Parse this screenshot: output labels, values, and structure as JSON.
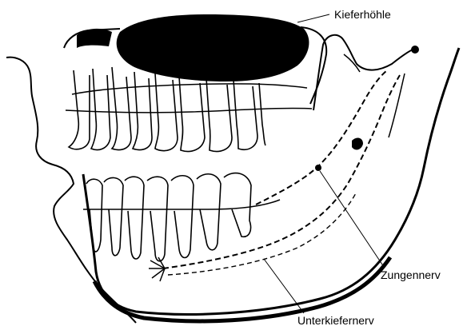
{
  "labels": {
    "kieferhoehle": "Kieferhöhle",
    "zungennerv": "Zungennerv",
    "unterkiefernerv": "Unterkiefernerv"
  },
  "colors": {
    "ink": "#000000",
    "paper": "#ffffff"
  }
}
